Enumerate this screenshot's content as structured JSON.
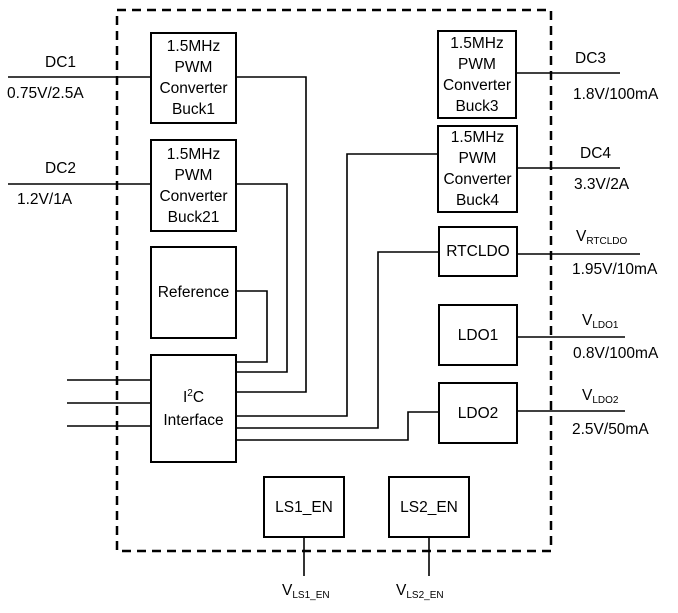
{
  "blocks": {
    "buck1": [
      "1.5MHz",
      "PWM",
      "Converter",
      "Buck1"
    ],
    "buck21": [
      "1.5MHz",
      "PWM",
      "Converter",
      "Buck21"
    ],
    "buck3": [
      "1.5MHz",
      "PWM",
      "Converter",
      "Buck3"
    ],
    "buck4": [
      "1.5MHz",
      "PWM",
      "Converter",
      "Buck4"
    ],
    "reference": "Reference",
    "i2c": {
      "pre": "I",
      "sup": "2",
      "post": "C",
      "line2": "Interface"
    },
    "rtcldo": "RTCLDO",
    "ldo1": "LDO1",
    "ldo2": "LDO2",
    "ls1_en": "LS1_EN",
    "ls2_en": "LS2_EN"
  },
  "outputs": {
    "dc1": {
      "name": "DC1",
      "spec": "0.75V/2.5A"
    },
    "dc2": {
      "name": "DC2",
      "spec": "1.2V/1A"
    },
    "dc3": {
      "name": "DC3",
      "spec": "1.8V/100mA"
    },
    "dc4": {
      "name": "DC4",
      "spec": "3.3V/2A"
    },
    "vrtcldo": {
      "v": "V",
      "sub": "RTCLDO",
      "spec": "1.95V/10mA"
    },
    "vldo1": {
      "v": "V",
      "sub": "LDO1",
      "spec": "0.8V/100mA"
    },
    "vldo2": {
      "v": "V",
      "sub": "LDO2",
      "spec": "2.5V/50mA"
    },
    "vls1": {
      "v": "V",
      "sub": "LS1_EN"
    },
    "vls2": {
      "v": "V",
      "sub": "LS2_EN"
    }
  }
}
